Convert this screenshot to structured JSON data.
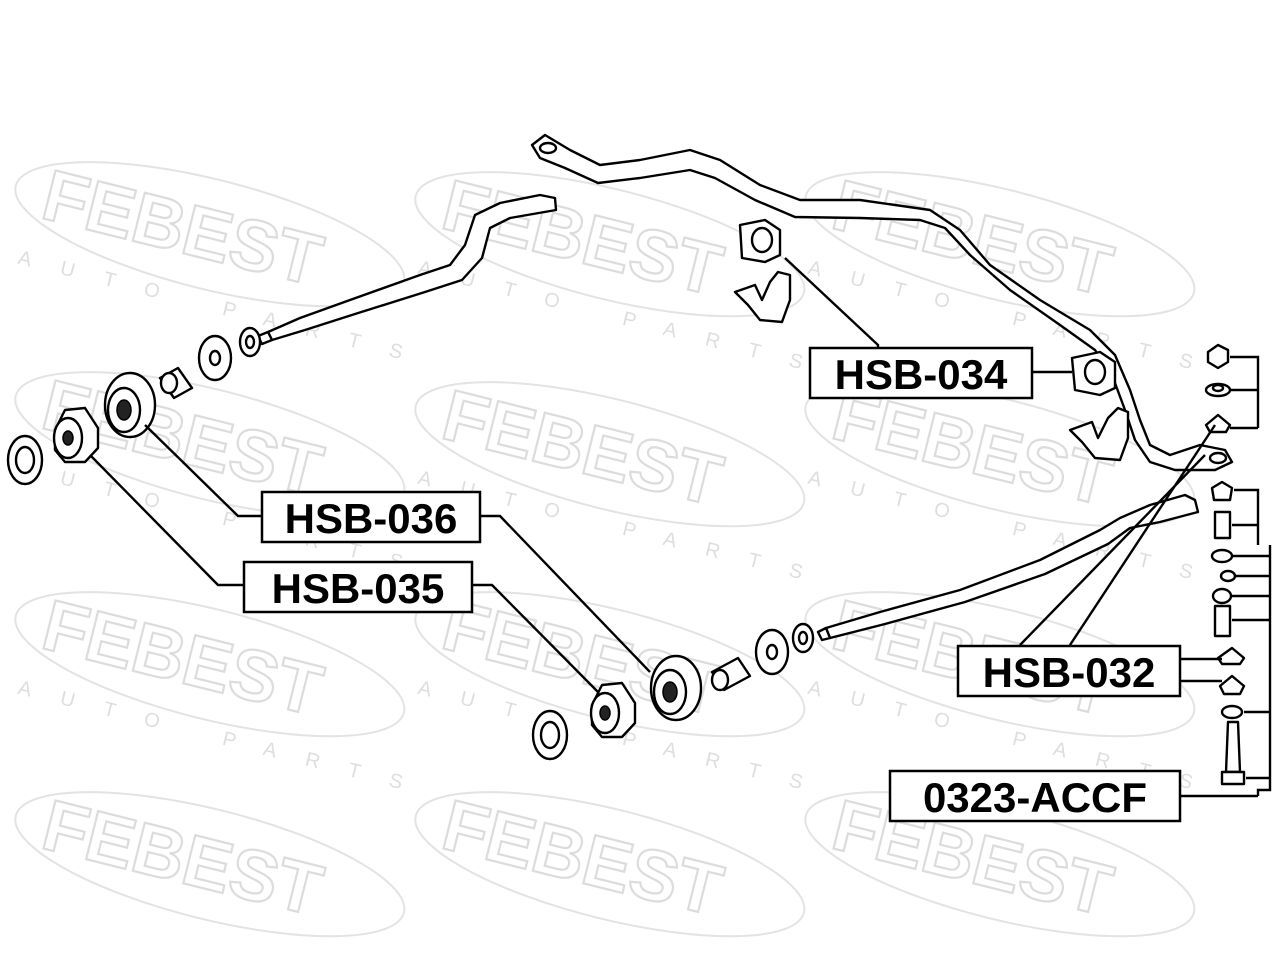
{
  "watermark": {
    "brand": "FEBEST",
    "subtitle": "AUTO PARTS"
  },
  "labels": {
    "hsb034": "HSB-034",
    "hsb036": "HSB-036",
    "hsb035": "HSB-035",
    "hsb032": "HSB-032",
    "acc0323": "0323-ACCF"
  }
}
